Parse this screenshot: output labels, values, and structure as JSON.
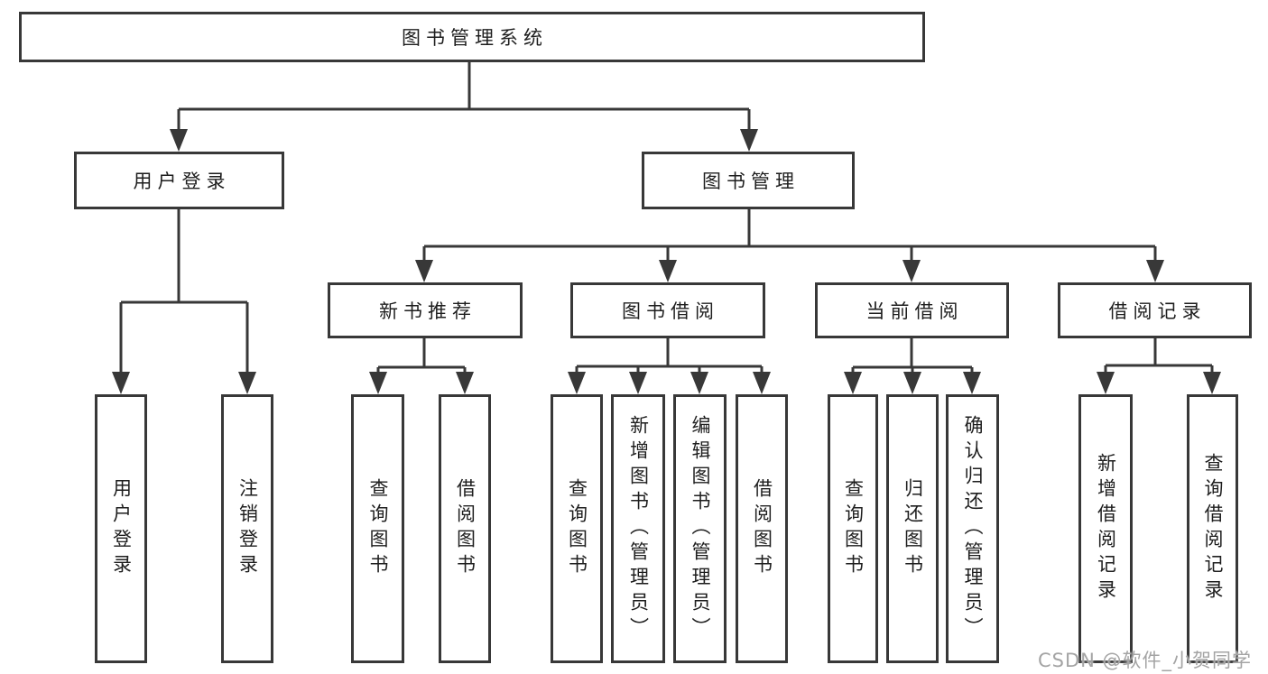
{
  "diagram": {
    "root": "图书管理系统",
    "level2": [
      "用户登录",
      "图书管理"
    ],
    "level3": [
      "新书推荐",
      "图书借阅",
      "当前借阅",
      "借阅记录"
    ],
    "leaves": {
      "login": [
        "用户登录",
        "注销登录"
      ],
      "recommend": [
        "查询图书",
        "借阅图书"
      ],
      "borrow": [
        "查询图书",
        "新增图书（管理员）",
        "编辑图书（管理员）",
        "借阅图书"
      ],
      "current": [
        "查询图书",
        "归还图书",
        "确认归还（管理员）"
      ],
      "records": [
        "新增借阅记录",
        "查询借阅记录"
      ]
    }
  },
  "watermark": "CSDN @软件_小贺同学",
  "colors": {
    "line": "#383838",
    "box_border": "#383838",
    "text": "#1e1e1e",
    "watermark": "#a4a4a4",
    "background": "#ffffff"
  }
}
